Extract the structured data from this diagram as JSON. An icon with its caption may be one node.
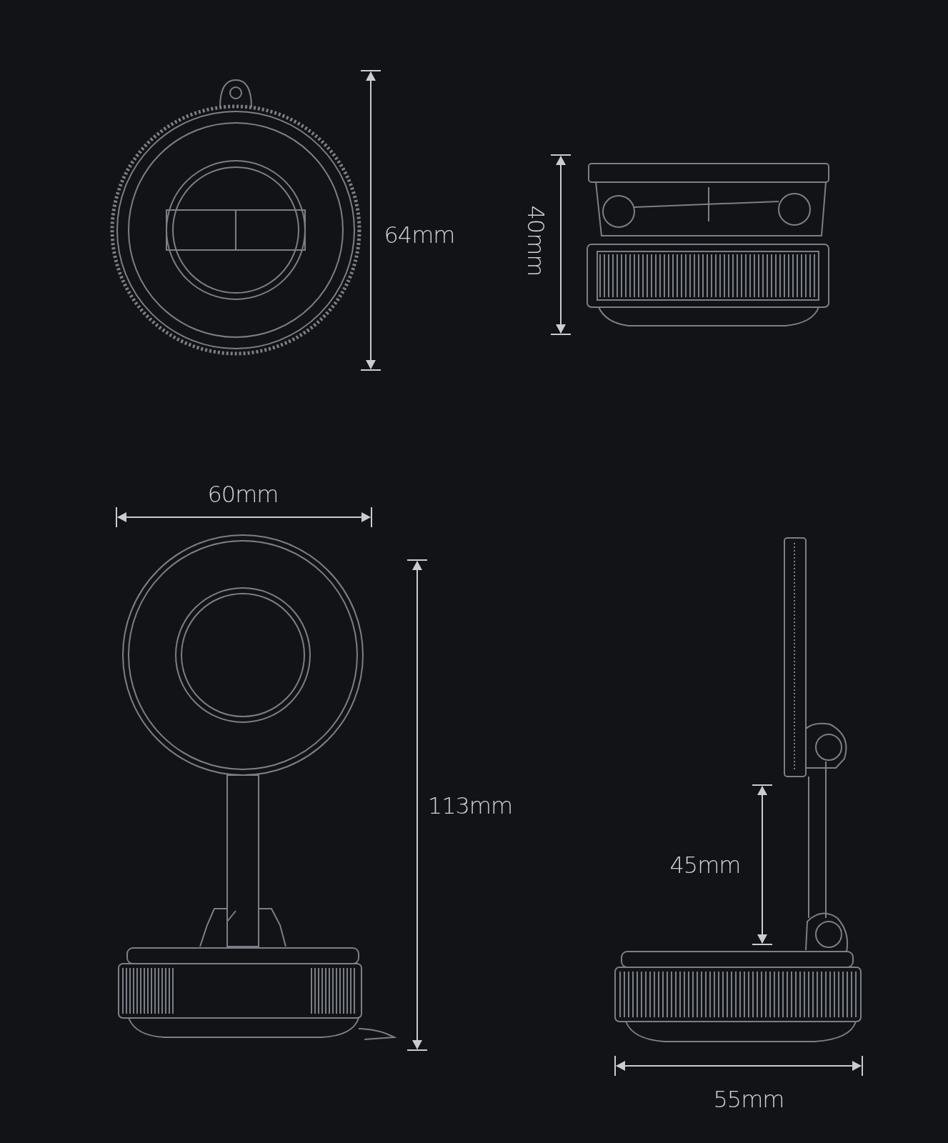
{
  "diagram": {
    "labels": [
      "64mm",
      "40mm",
      "60mm",
      "113mm",
      "45mm",
      "55mm"
    ]
  }
}
